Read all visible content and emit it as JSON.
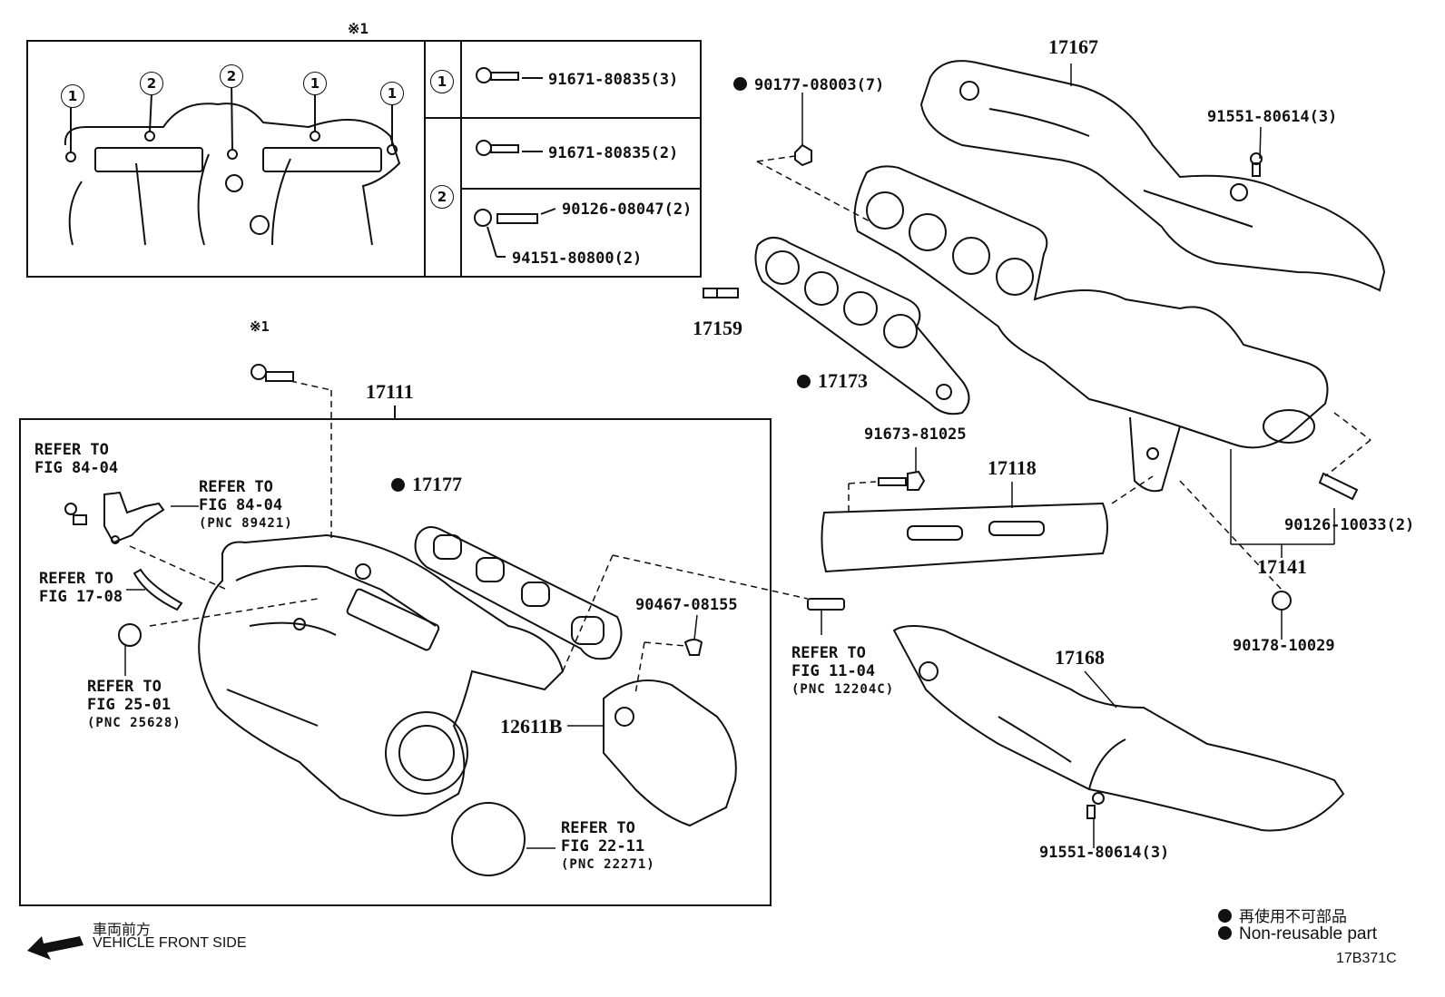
{
  "detail": {
    "ref_mark": "※1",
    "grp1": "1",
    "grp2": "2",
    "bolt_a": "91671-80835(3)",
    "bolt_b": "91671-80835(2)",
    "stud": "90126-08047(2)",
    "nut": "94151-80800(2)"
  },
  "callouts": {
    "p17167": "17167",
    "p90177": "90177-08003(7)",
    "p91551_top": "91551-80614(3)",
    "p17159": "17159",
    "p17173": "17173",
    "p91673": "91673-81025",
    "p17118": "17118",
    "p90126_10033": "90126-10033(2)",
    "p17141": "17141",
    "p90178": "90178-10029",
    "p17168": "17168",
    "p91551_bot": "91551-80614(3)",
    "p17111": "17111",
    "p17177": "17177",
    "p90467": "90467-08155",
    "p12611B": "12611B",
    "ref_mark_bolt": "※1"
  },
  "refs": {
    "r1_line1": "REFER TO",
    "r1_line2": "FIG 84-04",
    "r2_line1": "REFER TO",
    "r2_line2": "FIG 84-04",
    "r2_pnc": "(PNC 89421)",
    "r3_line1": "REFER TO",
    "r3_line2": "FIG 17-08",
    "r4_line1": "REFER TO",
    "r4_line2": "FIG 25-01",
    "r4_pnc": "(PNC 25628)",
    "r5_line1": "REFER TO",
    "r5_line2": "FIG 11-04",
    "r5_pnc": "(PNC 12204C)",
    "r6_line1": "REFER TO",
    "r6_line2": "FIG 22-11",
    "r6_pnc": "(PNC 22271)"
  },
  "legend": {
    "jp": "再使用不可部品",
    "en": "Non-reusable part"
  },
  "direction": {
    "jp": "車両前方",
    "en": "VEHICLE FRONT SIDE"
  },
  "figure_id": "17B371C"
}
